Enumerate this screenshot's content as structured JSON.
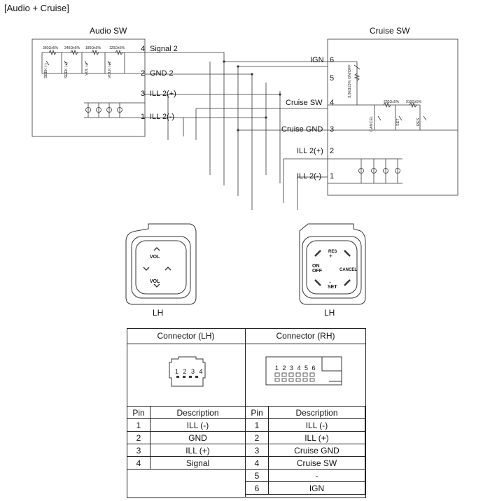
{
  "header": {
    "title": "[Audio + Cruise]"
  },
  "audio_sw": {
    "title": "Audio SW",
    "pins": [
      {
        "num": "4",
        "label": "Signal 2"
      },
      {
        "num": "2",
        "label": "GND 2"
      },
      {
        "num": "3",
        "label": "ILL 2(+)"
      },
      {
        "num": "1",
        "label": "ILL 2(-)"
      }
    ],
    "resistors": [
      "360Ω±5%",
      "240Ω±5%",
      "180Ω±5%",
      "120Ω±5%"
    ],
    "switches": [
      "SEEK (-)",
      "SEEK (+)",
      "VOL (-)",
      "VOLK (+)"
    ]
  },
  "cruise_sw": {
    "title": "Cruise SW",
    "pins": [
      {
        "num": "6",
        "label": "IGN"
      },
      {
        "num": "5",
        "label": ""
      },
      {
        "num": "4",
        "label": "Cruise SW"
      },
      {
        "num": "3",
        "label": "Cruise GND"
      },
      {
        "num": "2",
        "label": "ILL 2(+)"
      },
      {
        "num": "1",
        "label": "ILL 2(-)"
      }
    ],
    "onoff_resistor": "3.9kΩ±5% ON/OFF",
    "resistors": [
      "220Ω±5%",
      "910Ω±5%"
    ],
    "switches": [
      "CANCEL",
      "SET",
      "RES"
    ]
  },
  "lh_panel": {
    "caption": "LH",
    "labels": {
      "vol_up": "VOL",
      "vol_down": "VOL"
    }
  },
  "rh_panel": {
    "caption": "LH",
    "labels": {
      "res": "RES",
      "onoff": "ON\nOFF",
      "cancel": "CANCEL",
      "set": "SET"
    }
  },
  "connector_table": {
    "lh_header": "Connector (LH)",
    "rh_header": "Connector (RH)",
    "lh_pin_numbers": "1 2 3 4",
    "rh_pin_numbers": "1 2 3 4 5 6",
    "col_pin": "Pin",
    "col_desc": "Description",
    "lh_rows": [
      {
        "pin": "1",
        "desc": "ILL (-)"
      },
      {
        "pin": "2",
        "desc": "GND"
      },
      {
        "pin": "3",
        "desc": "ILL (+)"
      },
      {
        "pin": "4",
        "desc": "Signal"
      }
    ],
    "rh_rows": [
      {
        "pin": "1",
        "desc": "ILL (-)"
      },
      {
        "pin": "2",
        "desc": "ILL (+)"
      },
      {
        "pin": "3",
        "desc": "Cruise GND"
      },
      {
        "pin": "4",
        "desc": "Cruise SW"
      },
      {
        "pin": "5",
        "desc": "-"
      },
      {
        "pin": "6",
        "desc": "IGN"
      }
    ]
  }
}
